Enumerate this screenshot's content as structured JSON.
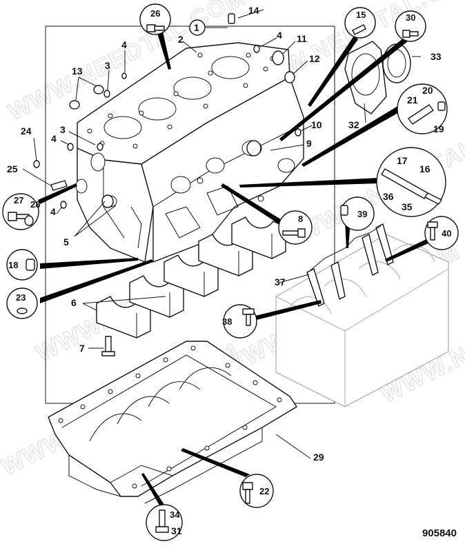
{
  "diagram": {
    "reference_number": "905840",
    "watermark_text": "WWW.NEEDTAL.COM",
    "labels": [
      {
        "id": "l1",
        "text": "1"
      },
      {
        "id": "l2",
        "text": "2"
      },
      {
        "id": "l3a",
        "text": "3"
      },
      {
        "id": "l3b",
        "text": "3"
      },
      {
        "id": "l4a",
        "text": "4"
      },
      {
        "id": "l4b",
        "text": "4"
      },
      {
        "id": "l4c",
        "text": "4"
      },
      {
        "id": "l4d",
        "text": "4"
      },
      {
        "id": "l5",
        "text": "5"
      },
      {
        "id": "l6",
        "text": "6"
      },
      {
        "id": "l7",
        "text": "7"
      },
      {
        "id": "l9",
        "text": "9"
      },
      {
        "id": "l10",
        "text": "10"
      },
      {
        "id": "l11",
        "text": "11"
      },
      {
        "id": "l12",
        "text": "12"
      },
      {
        "id": "l13",
        "text": "13"
      },
      {
        "id": "l14",
        "text": "14"
      },
      {
        "id": "l16",
        "text": "16"
      },
      {
        "id": "l17",
        "text": "17"
      },
      {
        "id": "l19",
        "text": "19"
      },
      {
        "id": "l20",
        "text": "20"
      },
      {
        "id": "l21",
        "text": "21"
      },
      {
        "id": "l24",
        "text": "24"
      },
      {
        "id": "l25",
        "text": "25"
      },
      {
        "id": "l29",
        "text": "29"
      },
      {
        "id": "l31",
        "text": "31"
      },
      {
        "id": "l32",
        "text": "32"
      },
      {
        "id": "l33",
        "text": "33"
      },
      {
        "id": "l35",
        "text": "35"
      },
      {
        "id": "l36",
        "text": "36"
      },
      {
        "id": "l37",
        "text": "37"
      }
    ],
    "callouts": [
      {
        "id": "c8",
        "text": "8"
      },
      {
        "id": "c15",
        "text": "15"
      },
      {
        "id": "c18",
        "text": "18"
      },
      {
        "id": "c22",
        "text": "22"
      },
      {
        "id": "c23",
        "text": "23"
      },
      {
        "id": "c26",
        "text": "26"
      },
      {
        "id": "c27",
        "text": "27"
      },
      {
        "id": "c28",
        "text": "28"
      },
      {
        "id": "c30",
        "text": "30"
      },
      {
        "id": "c34",
        "text": "34"
      },
      {
        "id": "c38",
        "text": "38"
      },
      {
        "id": "c39",
        "text": "39"
      },
      {
        "id": "c40",
        "text": "40"
      }
    ],
    "icons": [
      "bolt-icon",
      "dowel-icon",
      "washer-icon",
      "plug-icon",
      "seal-icon",
      "jet-icon"
    ]
  }
}
